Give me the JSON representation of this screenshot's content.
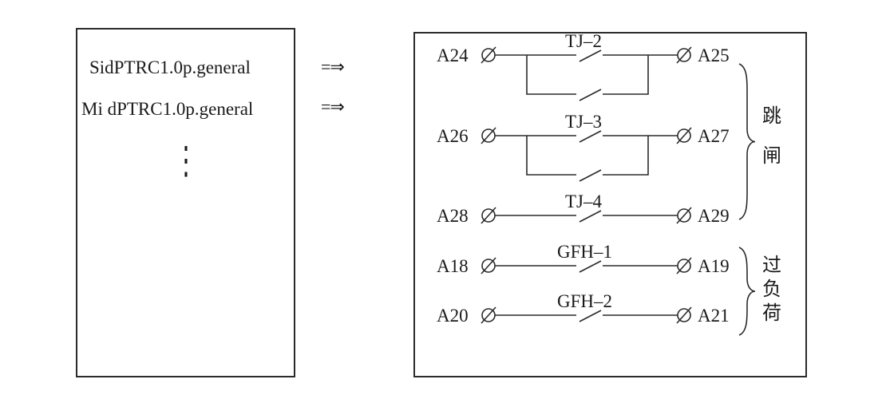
{
  "signals": [
    {
      "label": "SidPTRC1.0p.general",
      "arrow": "=⇒"
    },
    {
      "label": "Mi dPTRC1.0p.general",
      "arrow": "=⇒"
    }
  ],
  "ellipsis": "⋮",
  "circuits": [
    {
      "left": "A24",
      "right": "A25",
      "contact": "TJ–2",
      "parallel": true
    },
    {
      "left": "A26",
      "right": "A27",
      "contact": "TJ–3",
      "parallel": true
    },
    {
      "left": "A28",
      "right": "A29",
      "contact": "TJ–4",
      "parallel": false
    },
    {
      "left": "A18",
      "right": "A19",
      "contact": "GFH–1",
      "parallel": false
    },
    {
      "left": "A20",
      "right": "A21",
      "contact": "GFH–2",
      "parallel": false
    }
  ],
  "groups": {
    "trip": [
      "跳",
      "闸"
    ],
    "overload": [
      "过",
      "负",
      "荷"
    ]
  }
}
